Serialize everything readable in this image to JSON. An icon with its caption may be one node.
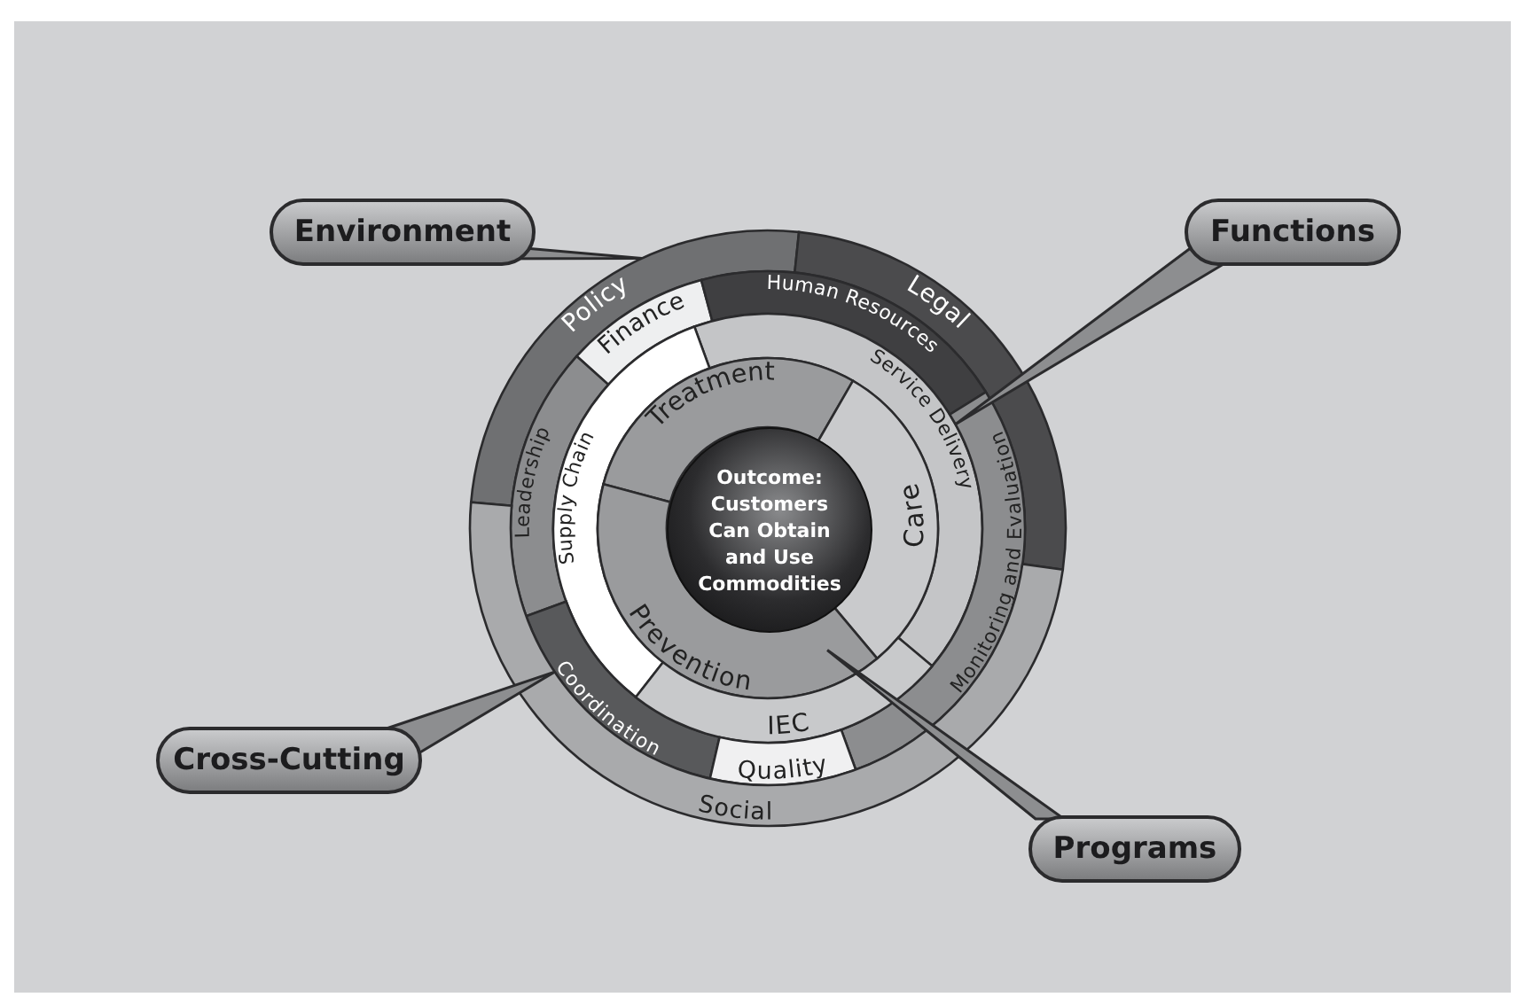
{
  "diagram": {
    "nodes": [
      {
        "text": [
          "Environment"
        ]
      },
      {
        "text": [
          "Functions"
        ]
      },
      {
        "text": [
          "Policy"
        ]
      },
      {
        "text": [
          "Legal"
        ]
      },
      {
        "text": [
          "Finance"
        ]
      },
      {
        "text": [
          "Human Resources"
        ]
      },
      {
        "text": [
          "Service Delivery"
        ]
      },
      {
        "text": [
          "Leadership"
        ]
      },
      {
        "text": [
          "Supply Chain"
        ]
      },
      {
        "text": [
          "Treatment"
        ]
      },
      {
        "text": [
          "Outcome: Customers Can Obtain and Use Commodities"
        ]
      },
      {
        "text": [
          "Care"
        ]
      },
      {
        "text": [
          "Monitoring and Evaluation"
        ]
      },
      {
        "text": [
          "Prevention"
        ]
      },
      {
        "text": [
          "Cross-Cutting"
        ]
      },
      {
        "text": [
          "Coordination"
        ]
      },
      {
        "text": [
          "IEC"
        ]
      },
      {
        "text": [
          "Quality"
        ]
      },
      {
        "text": [
          "Programs"
        ]
      },
      {
        "text": [
          "Social"
        ]
      }
    ],
    "edges": [
      {
        "from": 0,
        "to": 2,
        "arrow": "none"
      },
      {
        "from": 1,
        "to": 6,
        "arrow": "none"
      },
      {
        "from": 14,
        "to": 15,
        "arrow": "none"
      },
      {
        "from": 18,
        "to": 13,
        "arrow": "none"
      }
    ]
  }
}
